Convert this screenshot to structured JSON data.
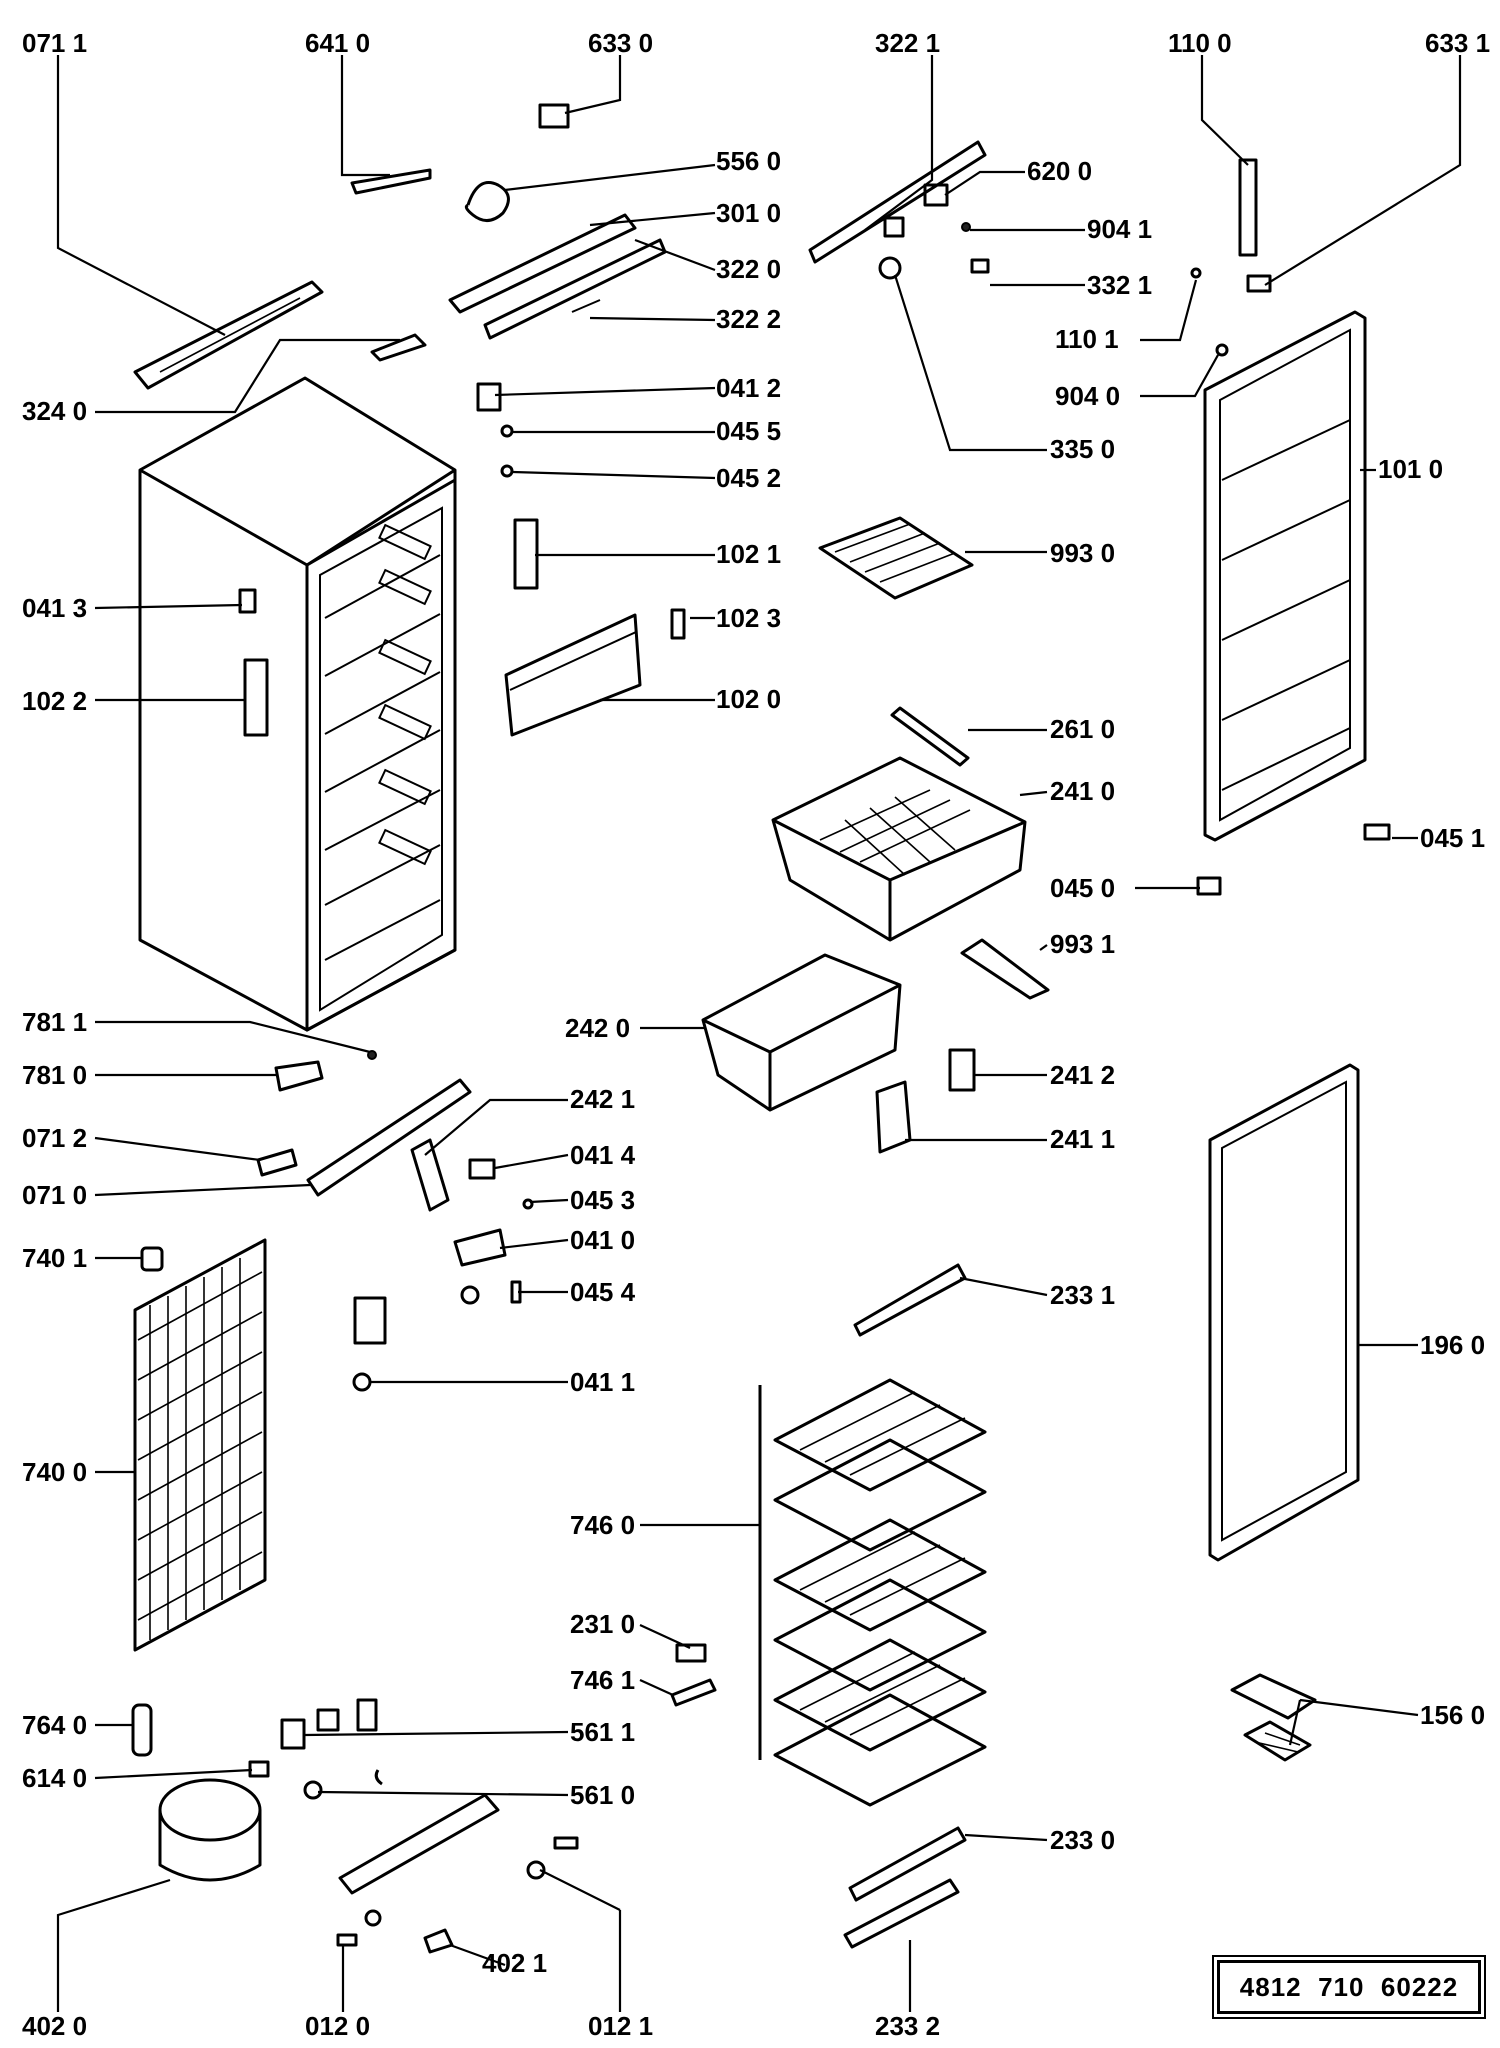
{
  "document_number": "4812  710  60222",
  "labels": {
    "l0711": "071 1",
    "l6410": "641 0",
    "l6330": "633 0",
    "l3221": "322 1",
    "l1100": "110 0",
    "l6331": "633 1",
    "l5560": "556 0",
    "l3010": "301 0",
    "l3220": "322 0",
    "l3222": "322 2",
    "l6200": "620 0",
    "l9041": "904 1",
    "l3321": "332 1",
    "l1101": "110 1",
    "l9040": "904 0",
    "l3350": "335 0",
    "l1010": "101 0",
    "l3240": "324 0",
    "l0412": "041 2",
    "l0455": "045 5",
    "l0452": "045 2",
    "l1021": "102 1",
    "l9930": "993 0",
    "l0413": "041 3",
    "l1023": "102 3",
    "l1022": "102 2",
    "l1020": "102 0",
    "l2610": "261 0",
    "l2410": "241 0",
    "l0451": "045 1",
    "l0450": "045 0",
    "l9931": "993 1",
    "l7811": "781 1",
    "l2420": "242 0",
    "l7810": "781 0",
    "l2412": "241 2",
    "l2421": "242 1",
    "l0712": "071 2",
    "l0414": "041 4",
    "l2411": "241 1",
    "l0710": "071 0",
    "l0453": "045 3",
    "l7401": "740 1",
    "l0410": "041 0",
    "l0454": "045 4",
    "l2331": "233 1",
    "l0411": "041 1",
    "l1960": "196 0",
    "l7400": "740 0",
    "l7460": "746 0",
    "l2310": "231 0",
    "l7461": "746 1",
    "l1560": "156 0",
    "l7640": "764 0",
    "l5611": "561 1",
    "l6140": "614 0",
    "l5610": "561 0",
    "l2330": "233 0",
    "l4021": "402 1",
    "l4020": "402 0",
    "l0120": "012 0",
    "l0121": "012 1",
    "l2332": "233 2"
  }
}
